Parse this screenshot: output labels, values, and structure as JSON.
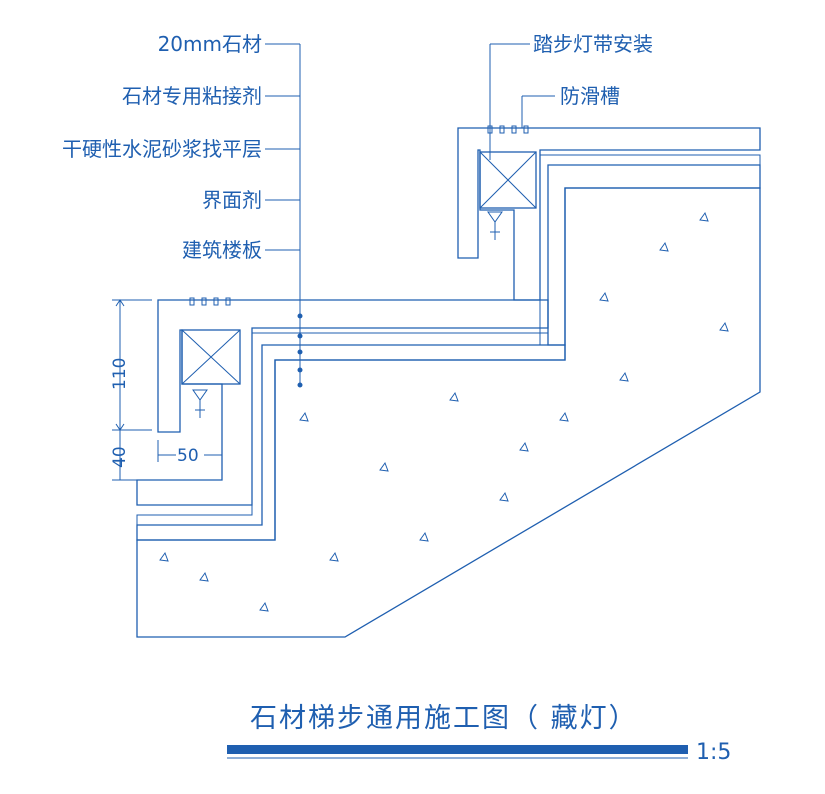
{
  "labels_left": [
    "20mm石材",
    "石材专用粘接剂",
    "干硬性水泥砂浆找平层",
    "界面剂",
    "建筑楼板"
  ],
  "labels_right": [
    "踏步灯带安装",
    "防滑槽"
  ],
  "dimensions": {
    "riser_height": "110",
    "bottom_height": "40",
    "nose_width": "50"
  },
  "title": "石材梯步通用施工图（ 藏灯）",
  "scale": "1:5",
  "colors": {
    "line": "#1f5fb0",
    "bar": "#1f5fb0"
  }
}
